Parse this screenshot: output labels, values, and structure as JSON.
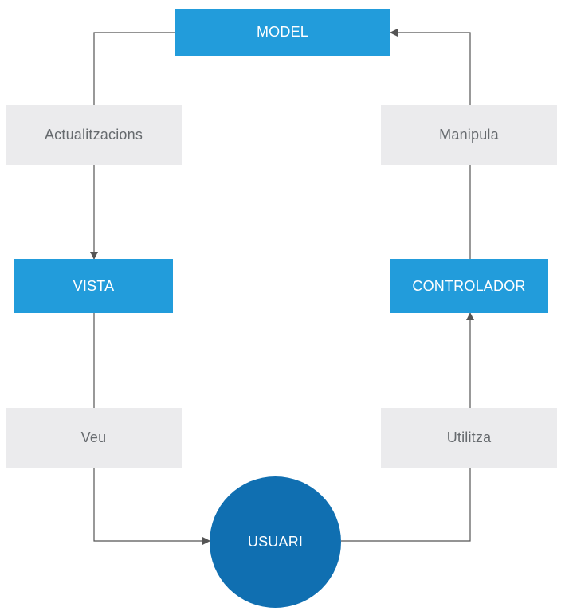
{
  "diagram": {
    "nodes": {
      "model": "MODEL",
      "vista": "VISTA",
      "controlador": "CONTROLADOR",
      "usuari": "USUARI"
    },
    "edge_labels": {
      "actualitzacions": "Actualitzacions",
      "manipula": "Manipula",
      "veu": "Veu",
      "utilitza": "Utilitza"
    },
    "colors": {
      "primary_box": "#229cdb",
      "user_circle": "#106fb1",
      "label_box": "#ebebed",
      "label_text": "#666a6e",
      "connector": "#555555"
    }
  }
}
